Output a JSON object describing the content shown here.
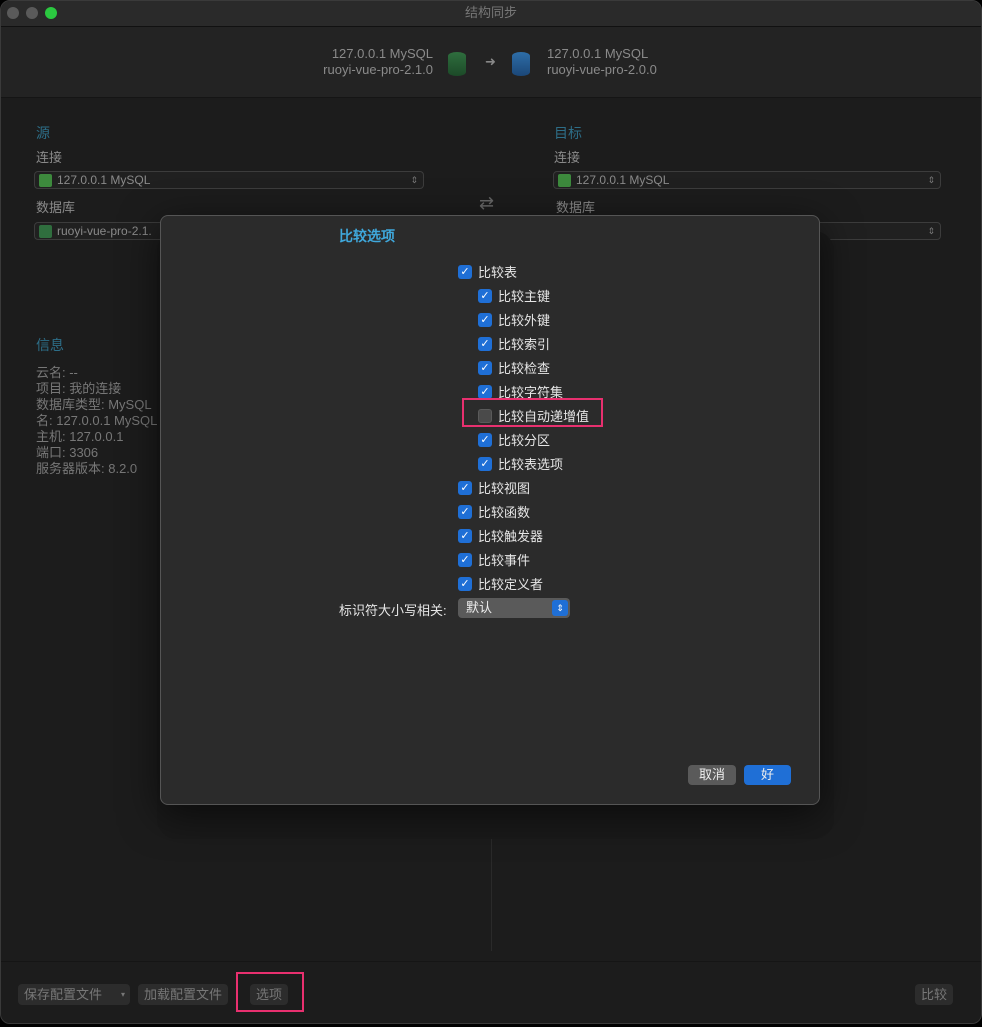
{
  "window": {
    "title": "结构同步"
  },
  "header": {
    "source_conn": "127.0.0.1 MySQL",
    "source_db": "ruoyi-vue-pro-2.1.0",
    "target_conn": "127.0.0.1 MySQL",
    "target_db": "ruoyi-vue-pro-2.0.0"
  },
  "source": {
    "heading": "源",
    "conn_label": "连接",
    "conn_value": "127.0.0.1 MySQL",
    "db_label": "数据库",
    "db_value": "ruoyi-vue-pro-2.1."
  },
  "target": {
    "heading": "目标",
    "conn_label": "连接",
    "conn_value": "127.0.0.1 MySQL",
    "db_label": "数据库"
  },
  "info": {
    "heading": "信息",
    "lines": [
      "云名: --",
      "项目: 我的连接",
      "数据库类型: MySQL",
      "名: 127.0.0.1 MySQL",
      "主机: 127.0.0.1",
      "端口: 3306",
      "服务器版本: 8.2.0"
    ]
  },
  "footer": {
    "save_profile": "保存配置文件",
    "load_profile": "加载配置文件",
    "options": "选项",
    "compare": "比较"
  },
  "dialog": {
    "title": "比较选项",
    "options": [
      {
        "label": "比较表",
        "checked": true
      },
      {
        "label": "比较主键",
        "checked": true
      },
      {
        "label": "比较外键",
        "checked": true
      },
      {
        "label": "比较索引",
        "checked": true
      },
      {
        "label": "比较检查",
        "checked": true
      },
      {
        "label": "比较字符集",
        "checked": true
      },
      {
        "label": "比较自动递增值",
        "checked": false
      },
      {
        "label": "比较分区",
        "checked": true
      },
      {
        "label": "比较表选项",
        "checked": true
      },
      {
        "label": "比较视图",
        "checked": true
      },
      {
        "label": "比较函数",
        "checked": true
      },
      {
        "label": "比较触发器",
        "checked": true
      },
      {
        "label": "比较事件",
        "checked": true
      },
      {
        "label": "比较定义者",
        "checked": true
      }
    ],
    "case_label": "标识符大小写相关:",
    "case_value": "默认",
    "cancel": "取消",
    "ok": "好"
  },
  "colors": {
    "accent": "#1f6fd6",
    "highlight": "#e8306f",
    "heading": "#3fa8dc"
  }
}
